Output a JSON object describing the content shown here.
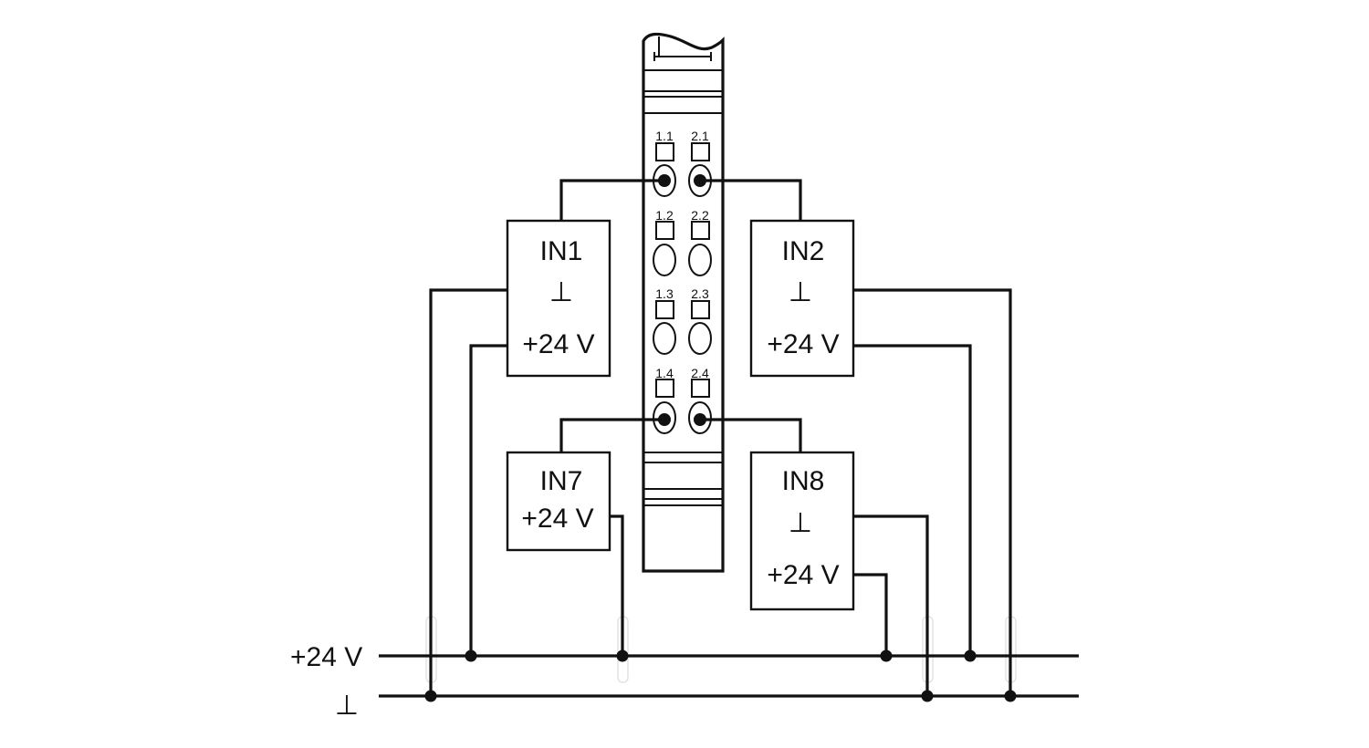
{
  "bus": {
    "plus24_label": "+24 V",
    "ground_label": "⊥"
  },
  "terminals": {
    "row1": [
      "1.1",
      "2.1"
    ],
    "row2": [
      "1.2",
      "2.2"
    ],
    "row3": [
      "1.3",
      "2.3"
    ],
    "row4": [
      "1.4",
      "2.4"
    ]
  },
  "devices": {
    "in1": {
      "name": "IN1",
      "ground": "⊥",
      "supply": "+24 V"
    },
    "in2": {
      "name": "IN2",
      "ground": "⊥",
      "supply": "+24 V"
    },
    "in7": {
      "name": "IN7",
      "supply": "+24 V"
    },
    "in8": {
      "name": "IN8",
      "ground": "⊥",
      "supply": "+24 V"
    }
  }
}
